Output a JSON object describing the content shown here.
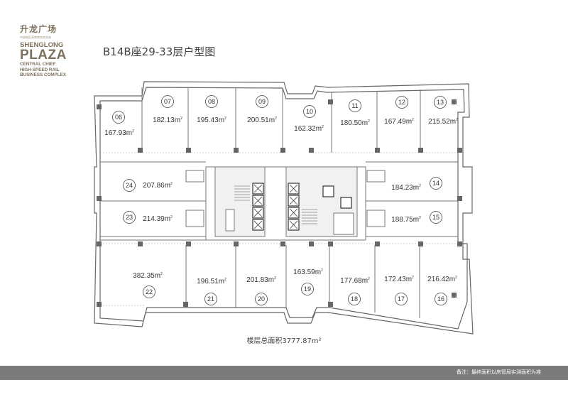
{
  "logo": {
    "cn_name": "升龙广场",
    "cn_sub": "中部地区高铁商务综合体",
    "en_line1": "SHENGLONG",
    "en_line2": "PLAZA",
    "en_line3": "CENTRAL CHIEF",
    "en_line4": "HIGH-SPEED RAIL",
    "en_line5": "BUSINESS COMPLEX"
  },
  "title": "B14B座29-33层户型图",
  "units": [
    {
      "no": "06",
      "area": "167.93m"
    },
    {
      "no": "07",
      "area": "182.13m"
    },
    {
      "no": "08",
      "area": "195.43m"
    },
    {
      "no": "09",
      "area": "200.51m"
    },
    {
      "no": "10",
      "area": "162.32m"
    },
    {
      "no": "11",
      "area": "180.50m"
    },
    {
      "no": "12",
      "area": "167.49m"
    },
    {
      "no": "13",
      "area": "215.52m"
    },
    {
      "no": "14",
      "area": "184.23m"
    },
    {
      "no": "15",
      "area": "188.75m"
    },
    {
      "no": "16",
      "area": "216.42m"
    },
    {
      "no": "17",
      "area": "172.43m"
    },
    {
      "no": "18",
      "area": "177.68m"
    },
    {
      "no": "19",
      "area": "163.59m"
    },
    {
      "no": "20",
      "area": "201.83m"
    },
    {
      "no": "21",
      "area": "196.51m"
    },
    {
      "no": "22",
      "area": "382.35m"
    },
    {
      "no": "23",
      "area": "214.39m"
    },
    {
      "no": "24",
      "area": "207.86m"
    }
  ],
  "area_sup": "2",
  "total_area": "楼层总面积3777.87m²",
  "footer_note": "备注：最终面积以房管局实测面积为准"
}
